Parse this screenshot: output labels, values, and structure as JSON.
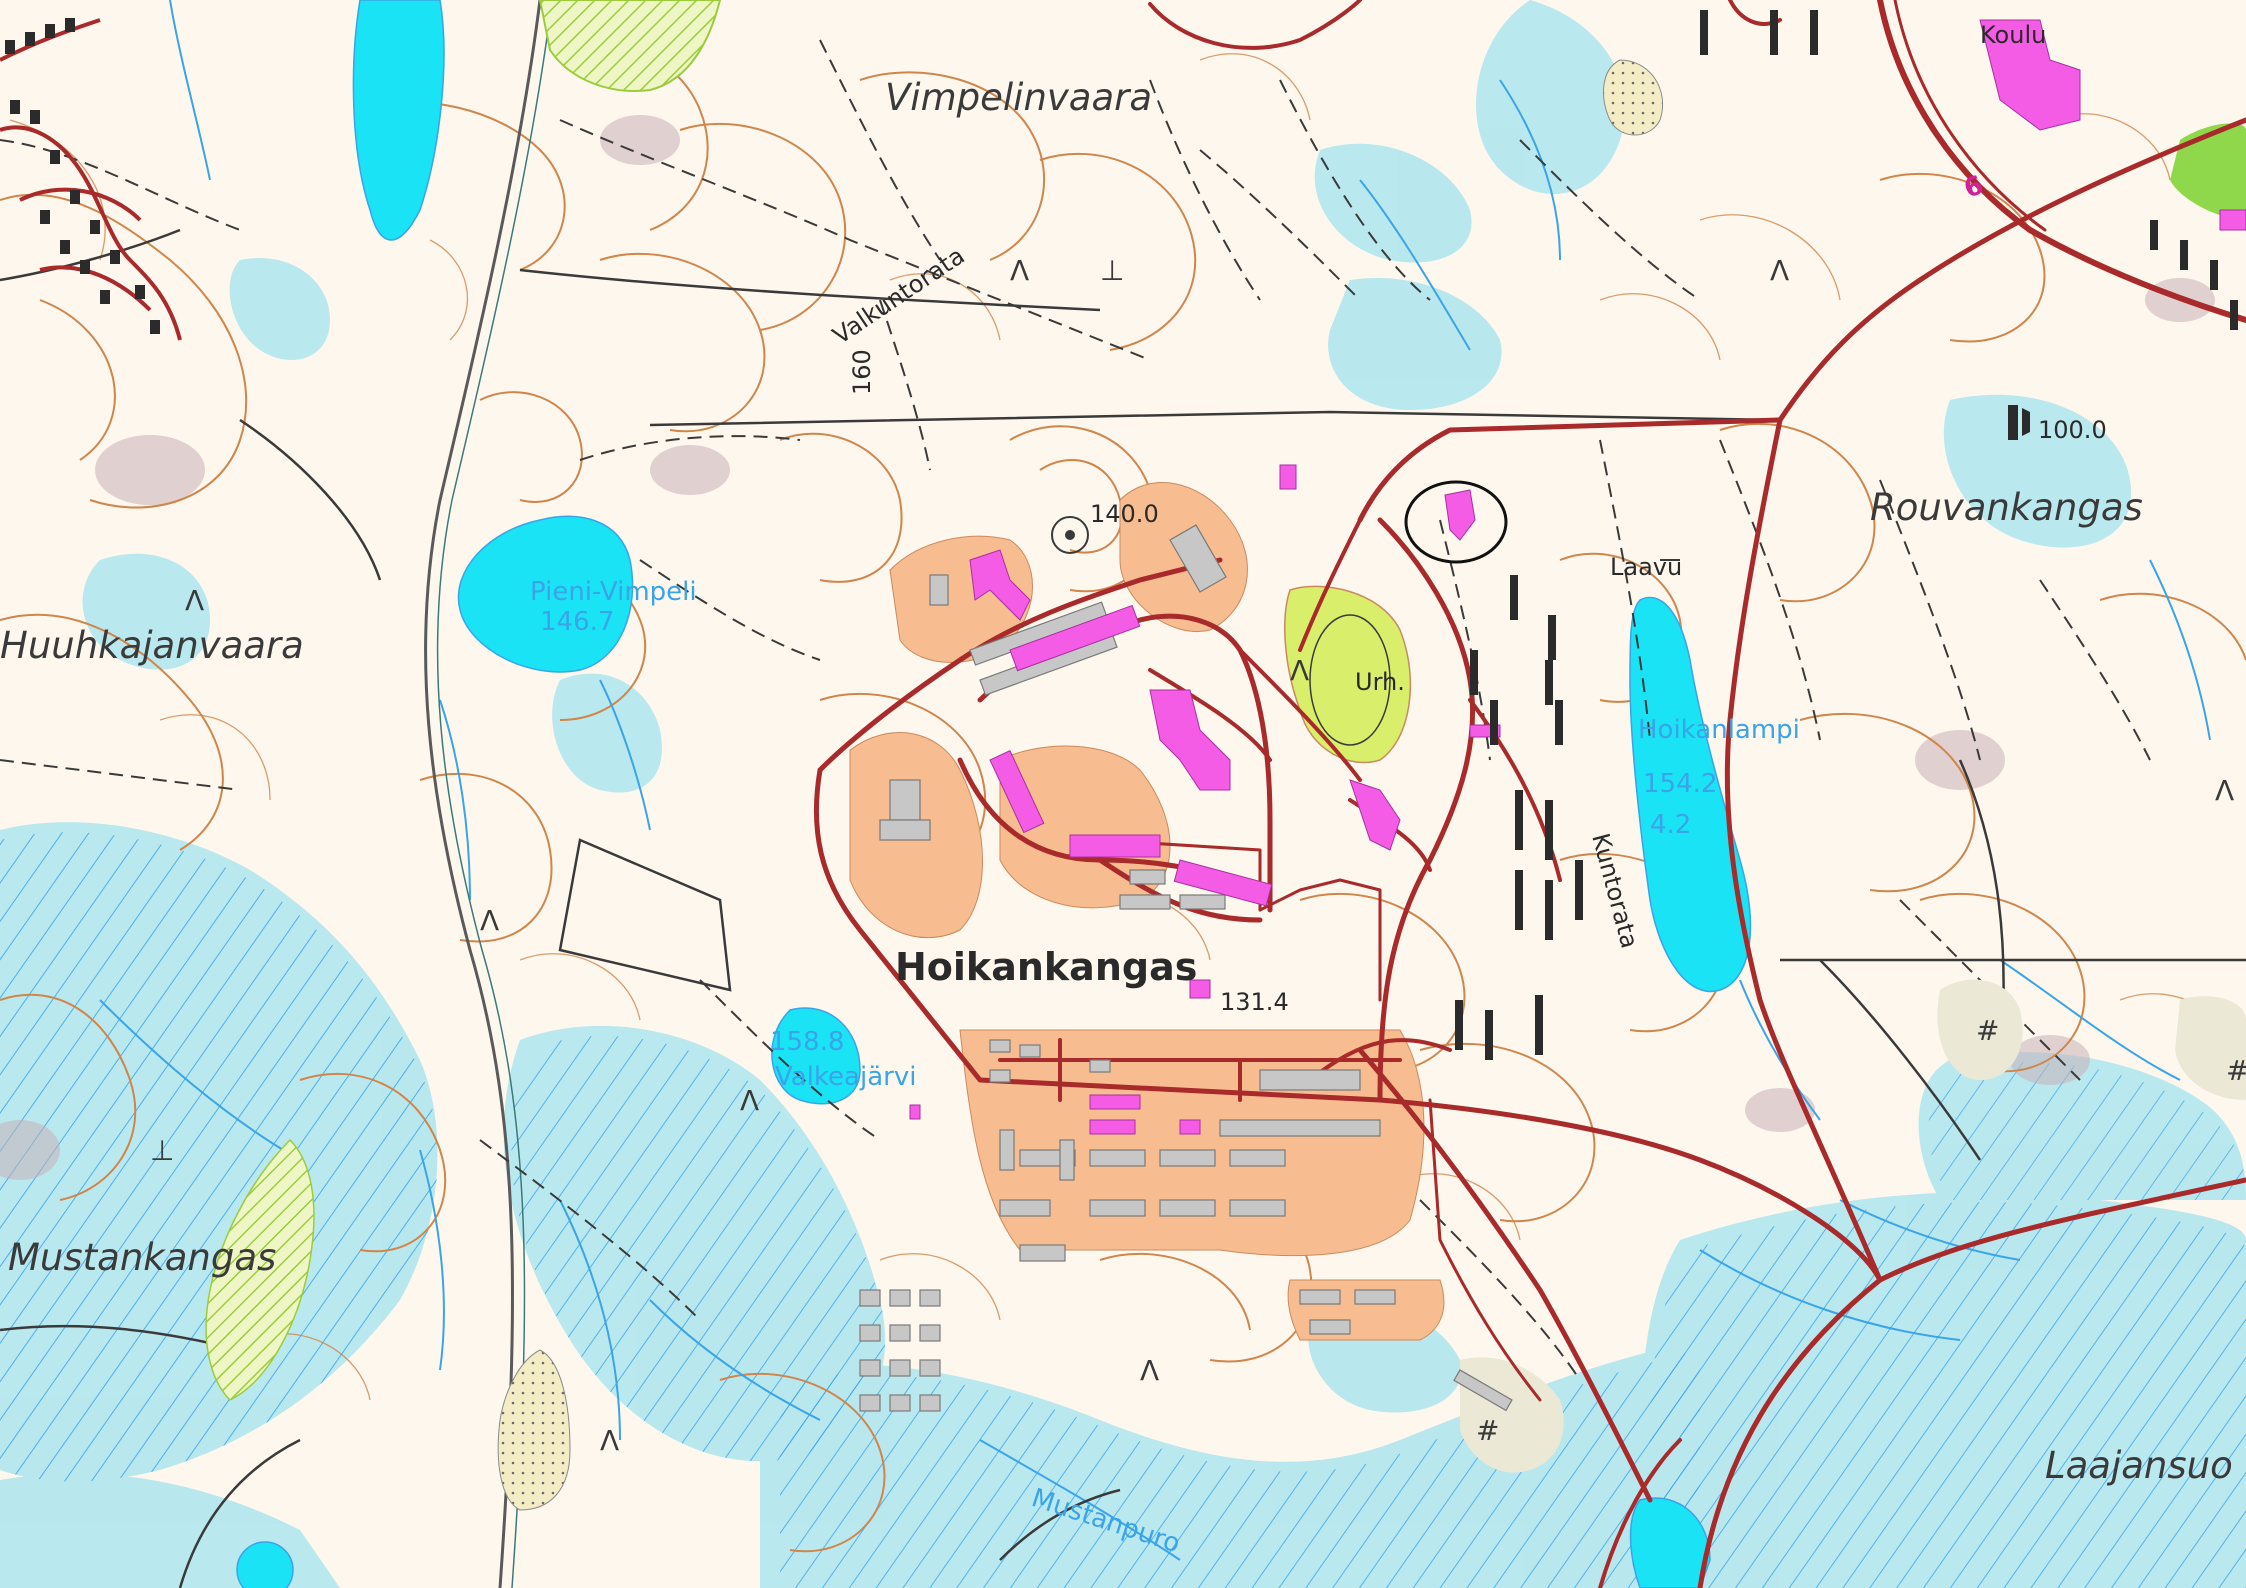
{
  "colors": {
    "background": "#fdf7ee",
    "water": "#19e3f5",
    "marsh": "#b6e7ee",
    "stream": "#3aa4e8",
    "contour": "#d0854a",
    "depression": "#c8b0b8",
    "road_main": "#a82a2a",
    "road_minor": "#3a3a3a",
    "building_public": "#f45ce6",
    "building_grey": "#c7c7c7",
    "building_black": "#2b2b2b",
    "residential_area": "#f7bd90",
    "sports_field": "#d9ee6b",
    "protected_hatch": "#b9da4c",
    "sand": "#f3ecc5"
  },
  "labels": {
    "vimpelinvaara": "Vimpelinvaara",
    "valkuntorata": "Valkuntorata",
    "huuhkajanvaara": "Huuhkajanvaara",
    "pieni_vimpeli": "Pieni-Vimpeli",
    "pieni_vimpeli_elev": "146.7",
    "elev_140": "140.0",
    "rouvankangas": "Rouvankangas",
    "laavu": "Laavu",
    "elev_100": "100.0",
    "hoikanlampi": "Hoikanlampi",
    "hoikanlampi_elev": "154.2",
    "hoikanlampi_depth": "4.2",
    "kuntorata": "Kuntorata",
    "urh": "Urh.",
    "hoikankangas": "Hoikankangas",
    "elev_131": "131.4",
    "valkeajarvi_elev": "158.8",
    "valkeajarvi": "Valkeajärvi",
    "mustankangas": "Mustankangas",
    "mustanpuro": "Mustanpuro",
    "laajansuo": "Laajansuo",
    "koulu": "Koulu",
    "road_number": "6",
    "contour_label": "160"
  },
  "icons": [
    "circle-marker-icon",
    "cave-icon",
    "shelter-icon",
    "cemetery-icon"
  ]
}
